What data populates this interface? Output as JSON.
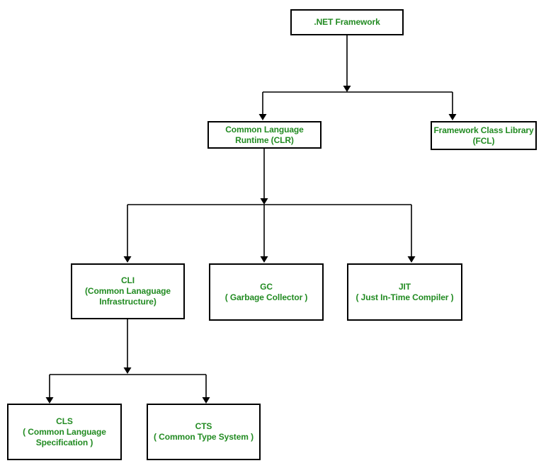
{
  "diagram": {
    "type": "hierarchy-flowchart",
    "colors": {
      "background": "#ffffff",
      "node_border": "#000000",
      "node_text": "#228B22",
      "connector_line": "#000000"
    },
    "nodes": {
      "net": {
        "label": ".NET Framework"
      },
      "clr": {
        "label": "Common Language\nRuntime (CLR)"
      },
      "fcl": {
        "label": "Framework Class Library\n(FCL)"
      },
      "cli": {
        "label": "CLI\n(Common Lanaguage\nInfrastructure)"
      },
      "gc": {
        "label": "GC\n( Garbage Collector )"
      },
      "jit": {
        "label": "JIT\n( Just In-Time Compiler )"
      },
      "cls": {
        "label": "CLS\n( Common Language\nSpecification )"
      },
      "cts": {
        "label": "CTS\n( Common Type System )"
      }
    },
    "edges": [
      {
        "from": "net",
        "to": "clr"
      },
      {
        "from": "net",
        "to": "fcl"
      },
      {
        "from": "clr",
        "to": "cli"
      },
      {
        "from": "clr",
        "to": "gc"
      },
      {
        "from": "clr",
        "to": "jit"
      },
      {
        "from": "cli",
        "to": "cls"
      },
      {
        "from": "cli",
        "to": "cts"
      }
    ]
  }
}
